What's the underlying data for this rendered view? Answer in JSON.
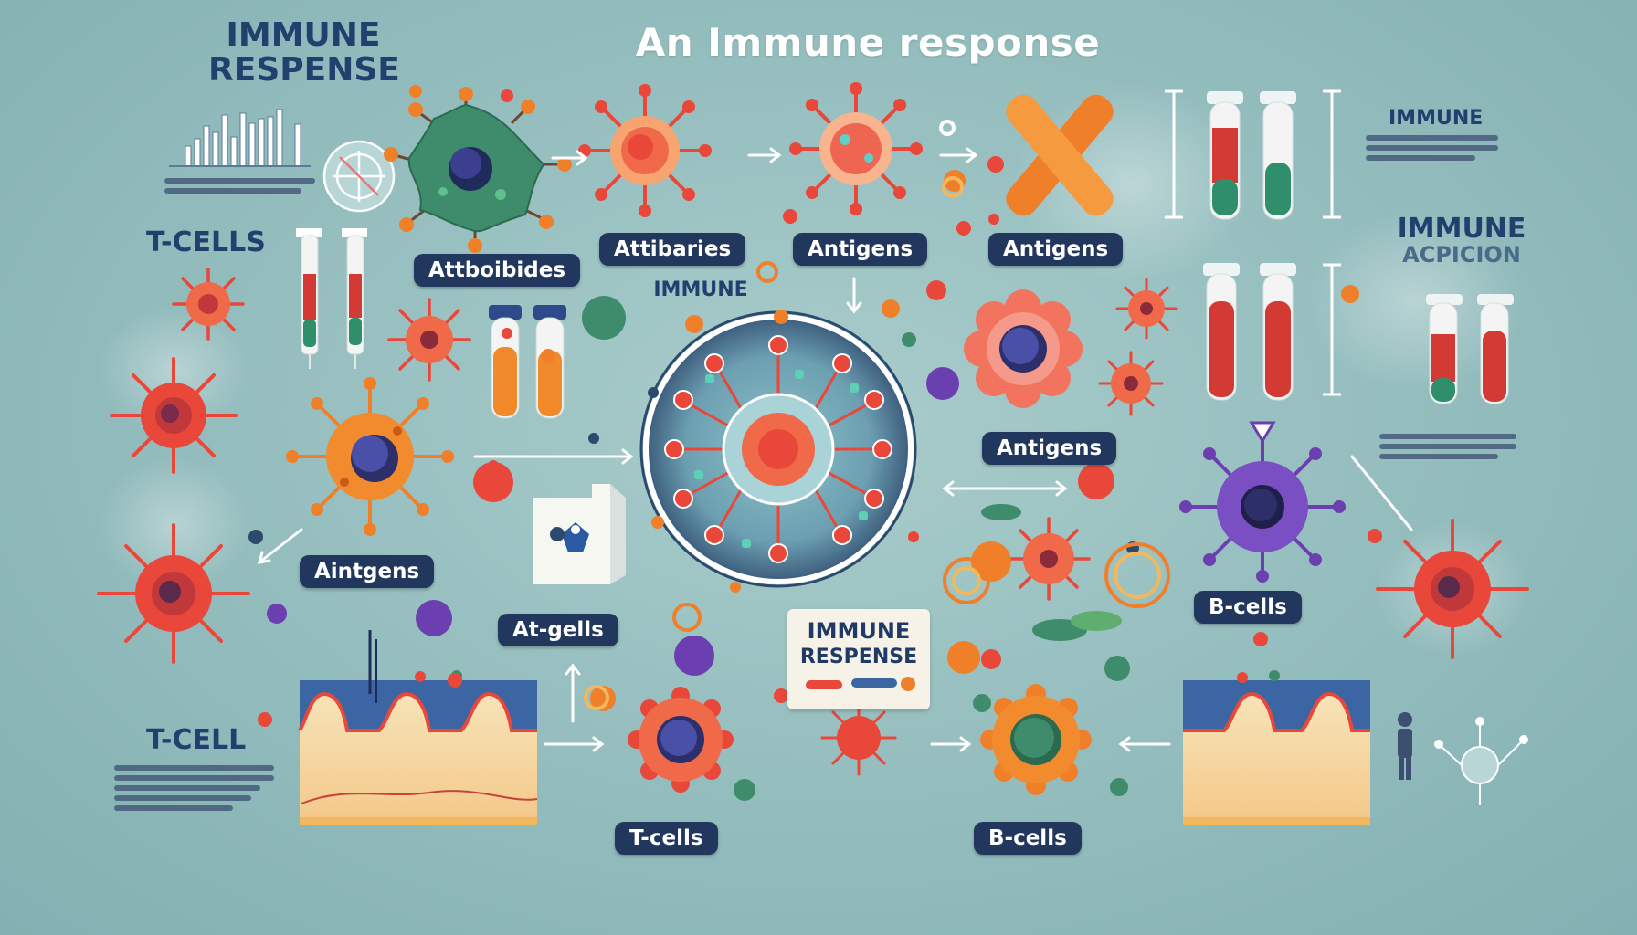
{
  "title": "An Immune response",
  "headings": {
    "immune_response_top_left": [
      "IMMUNE",
      "RESPENSE"
    ],
    "t_cells_left": "T-CELLS",
    "t_cell_bottom_left": "T-CELL",
    "immune_right_top": "IMMUNE",
    "immune_acpicion": [
      "IMMUNE",
      "ACPICION"
    ],
    "immune_center": "IMMUNE"
  },
  "labels": {
    "attboibides": "Attboibides",
    "attibaries": "Attibaries",
    "antigens_1": "Antigens",
    "antigens_2": "Antigens",
    "antigens_right": "Antigens",
    "aintgens": "Aintgens",
    "atgells": "At-gells",
    "t_cells": "T-cells",
    "b_cells_bottom": "B-cells",
    "b_cells_right": "B-cells"
  },
  "response_box": [
    "IMMUNE",
    "RESPENSE"
  ],
  "colors": {
    "background": "#93bcbd",
    "label_pill": "#22375e",
    "heading_text": "#22406e",
    "cell_red": "#e8473a",
    "cell_orange": "#f07f2a",
    "cell_green": "#3e8c6b",
    "cell_purple": "#6b3fb0",
    "nucleus": "#3c3f8f",
    "tube_red": "#d23a33",
    "tube_green": "#2f8f6a",
    "tube_orange": "#f08a2a",
    "tissue_top": "#3b66a3",
    "tissue_body": "#f6dfaa"
  },
  "icons": [
    "bar-chart-icon",
    "target-icon",
    "person-icon",
    "network-icon",
    "syringe-icon",
    "test-tube-icon",
    "virus-icon"
  ]
}
